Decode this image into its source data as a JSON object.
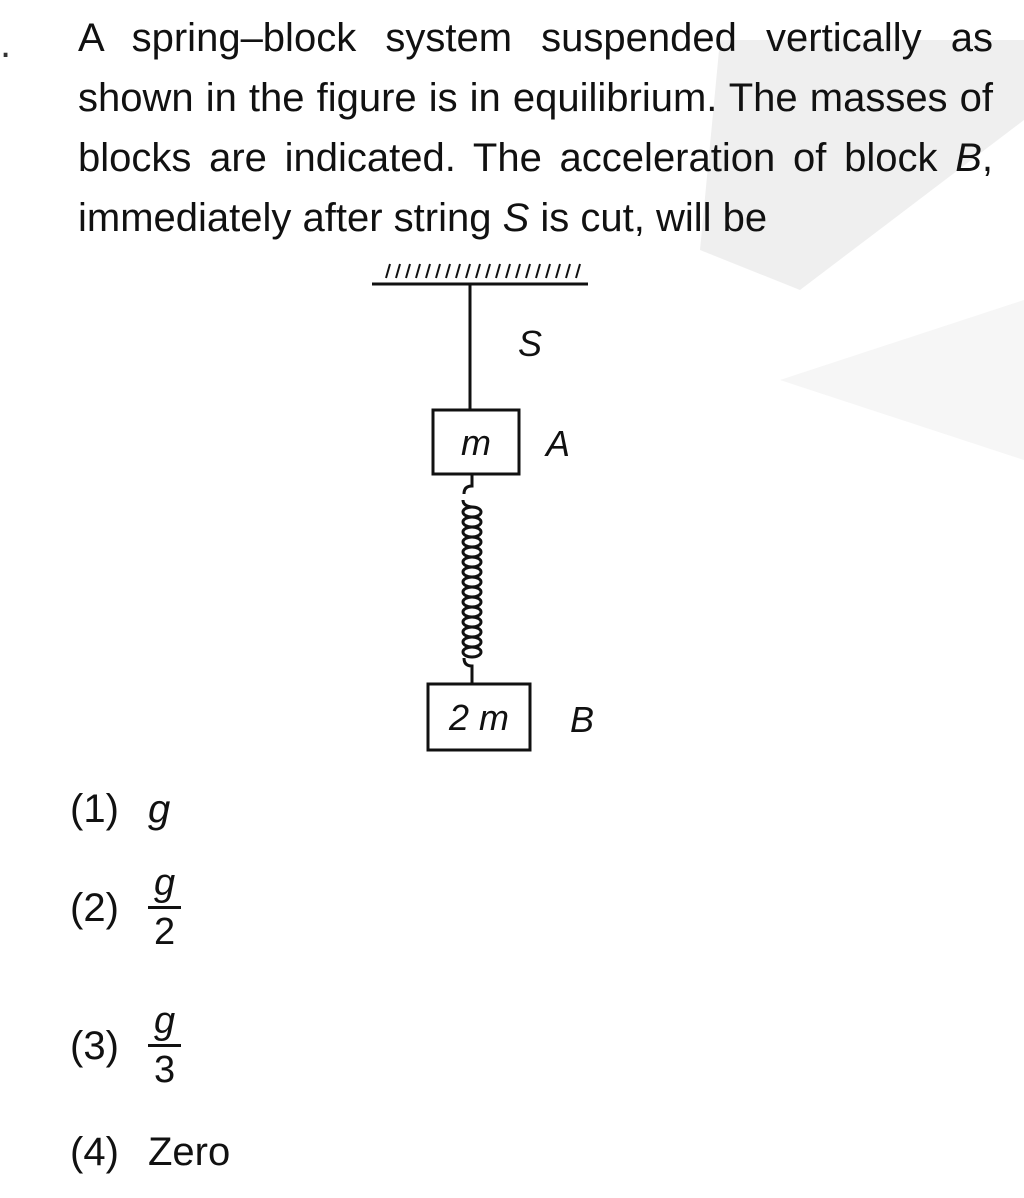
{
  "question": {
    "number": ".",
    "text_pre": "A spring–block system suspended vertically as shown in the figure is in equilibrium. The masses of blocks are indicated. The acceleration of block ",
    "var_b": "B",
    "text_mid": ", immediately after string ",
    "var_s": "S",
    "text_post": " is cut, will be"
  },
  "figure": {
    "string_label": "S",
    "block_a_mass": "m",
    "block_a_label": "A",
    "block_b_mass": "2 m",
    "block_b_label": "B"
  },
  "options": [
    {
      "num": "(1)",
      "value": "g"
    },
    {
      "num": "(2)",
      "numerator": "g",
      "denominator": "2"
    },
    {
      "num": "(3)",
      "numerator": "g",
      "denominator": "3"
    },
    {
      "num": "(4)",
      "value": "Zero"
    }
  ],
  "colors": {
    "ink": "#111111",
    "watermark": "#ececec"
  }
}
